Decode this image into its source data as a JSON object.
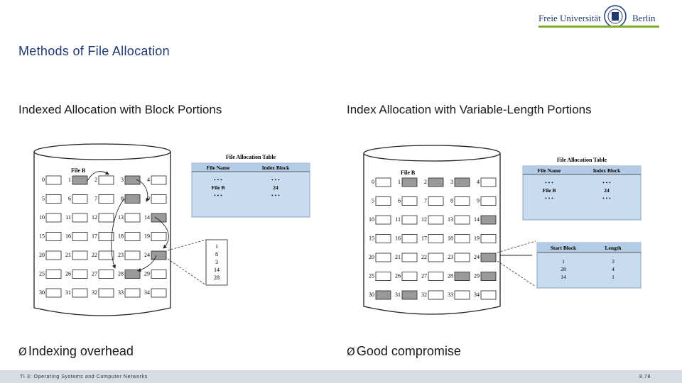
{
  "logo": {
    "text_left": "Freie Universität",
    "text_right": "Berlin"
  },
  "title": "Methods of File Allocation",
  "left": {
    "heading": "Indexed Allocation with Block Portions",
    "bullet": "Indexing overhead",
    "diagram": {
      "file_label": "File B",
      "fat_title": "File Allocation Table",
      "fat_headers": [
        "File Name",
        "Index Block"
      ],
      "fat_rows": [
        [
          "• • •",
          "• • •"
        ],
        [
          "File B",
          "24"
        ],
        [
          "• • •",
          "• • •"
        ]
      ],
      "index_values": [
        "1",
        "8",
        "3",
        "14",
        "28"
      ],
      "blocks": [
        "0",
        "1",
        "2",
        "3",
        "4",
        "5",
        "6",
        "7",
        "8",
        "9",
        "10",
        "11",
        "12",
        "13",
        "14",
        "15",
        "16",
        "17",
        "18",
        "19",
        "20",
        "21",
        "22",
        "23",
        "24",
        "25",
        "26",
        "27",
        "28",
        "29",
        "30",
        "31",
        "32",
        "33",
        "34"
      ],
      "filled": [
        1,
        3,
        8,
        14,
        24,
        28
      ]
    }
  },
  "right": {
    "heading": "Index Allocation with Variable-Length Portions",
    "bullet": "Good compromise",
    "diagram": {
      "file_label": "File B",
      "fat_title": "File Allocation Table",
      "fat_headers": [
        "File Name",
        "Index Block"
      ],
      "fat_rows": [
        [
          "• • •",
          "• • •"
        ],
        [
          "File B",
          "24"
        ],
        [
          "• • •",
          "• • •"
        ]
      ],
      "portion_headers": [
        "Start Block",
        "Length"
      ],
      "portion_rows": [
        [
          "1",
          "3"
        ],
        [
          "28",
          "4"
        ],
        [
          "14",
          "1"
        ]
      ],
      "blocks": [
        "0",
        "1",
        "2",
        "3",
        "4",
        "5",
        "6",
        "7",
        "8",
        "9",
        "10",
        "11",
        "12",
        "13",
        "14",
        "15",
        "16",
        "17",
        "18",
        "19",
        "20",
        "21",
        "22",
        "23",
        "24",
        "25",
        "26",
        "27",
        "28",
        "29",
        "30",
        "31",
        "32",
        "33",
        "34"
      ],
      "filled": [
        1,
        2,
        3,
        14,
        24,
        28,
        29,
        30,
        31
      ]
    }
  },
  "bullet_marker": "Ø",
  "footer": {
    "course": "TI 3: Operating Systems and Computer Networks",
    "page": "8.78"
  },
  "colors": {
    "title": "#1f3a72",
    "footer_bg": "#d6dde5",
    "table_bg": "#c9dcef",
    "filled_block": "#9a9a9a",
    "logo_green": "#7fae3b"
  }
}
